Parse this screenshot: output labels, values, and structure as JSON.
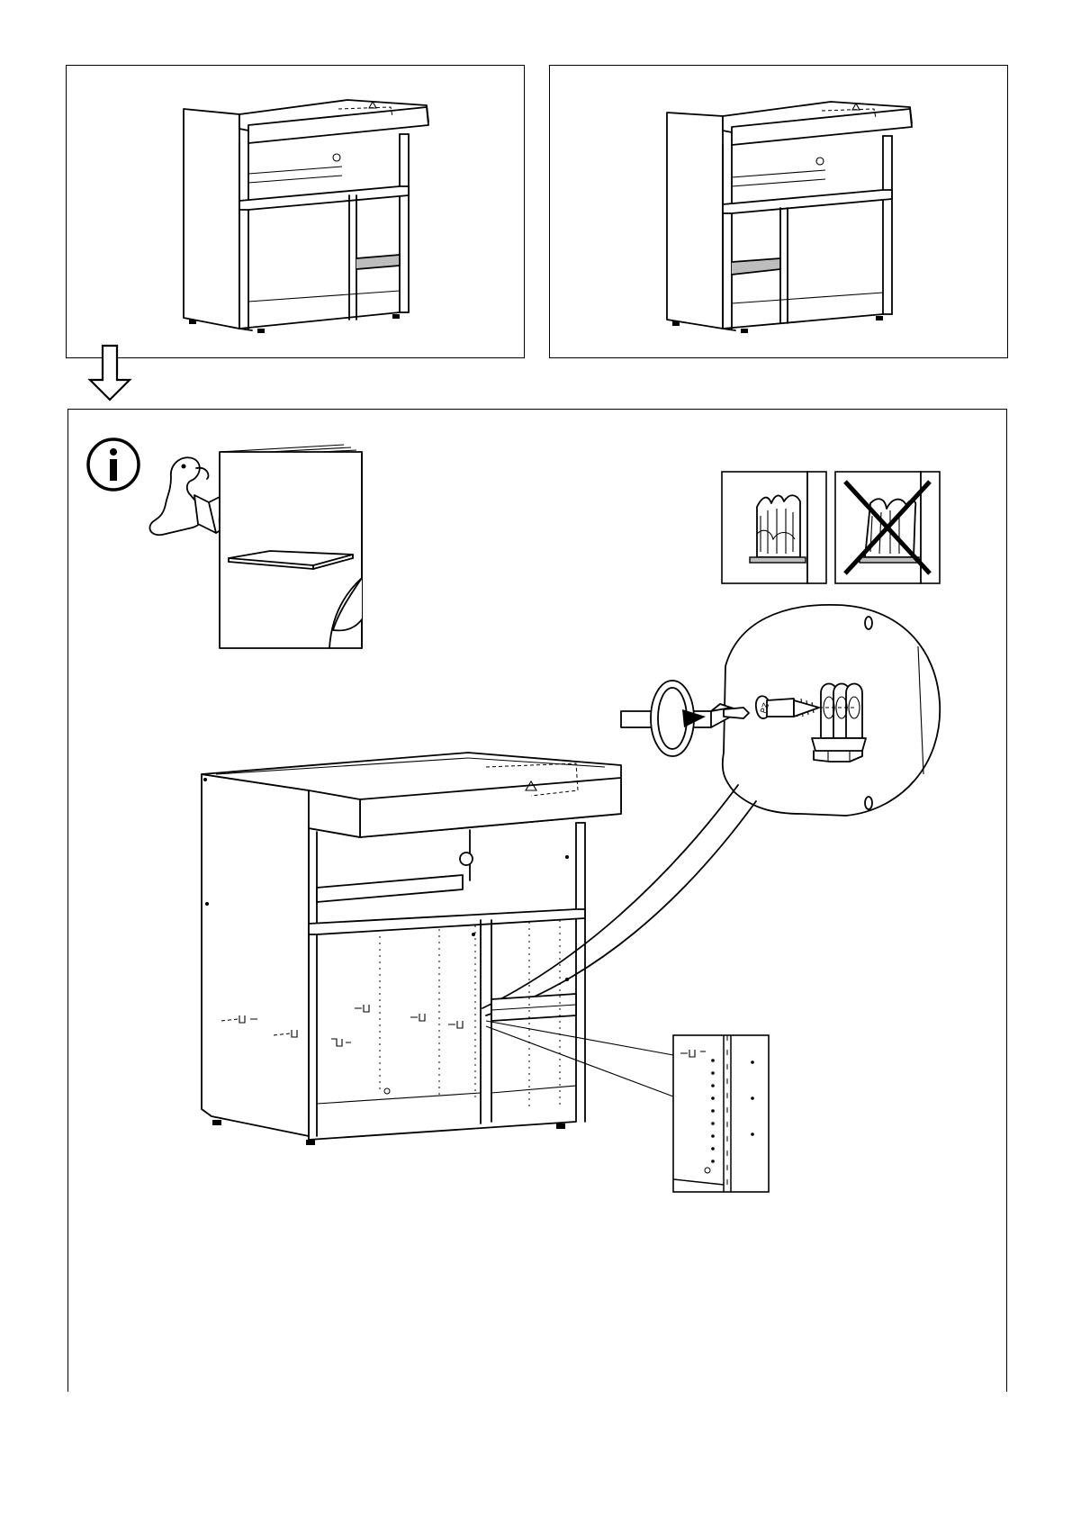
{
  "page": {
    "kind": "assembly-instruction-step"
  },
  "variants": [
    {
      "id": "shelf-right",
      "description_icon": "cabinet-shelf-right"
    },
    {
      "id": "shelf-left",
      "description_icon": "cabinet-shelf-left"
    }
  ],
  "icons": {
    "info": "info-icon",
    "flow": "arrow-down-icon",
    "reader": "person-reading-manual-icon",
    "ok": "correct-orientation-icon",
    "wrong": "wrong-orientation-icon",
    "screw": "screwdriver-rotate-icon"
  },
  "colors": {
    "line": "#000000",
    "fill": "#ffffff",
    "shade": "#bdbdbd"
  }
}
